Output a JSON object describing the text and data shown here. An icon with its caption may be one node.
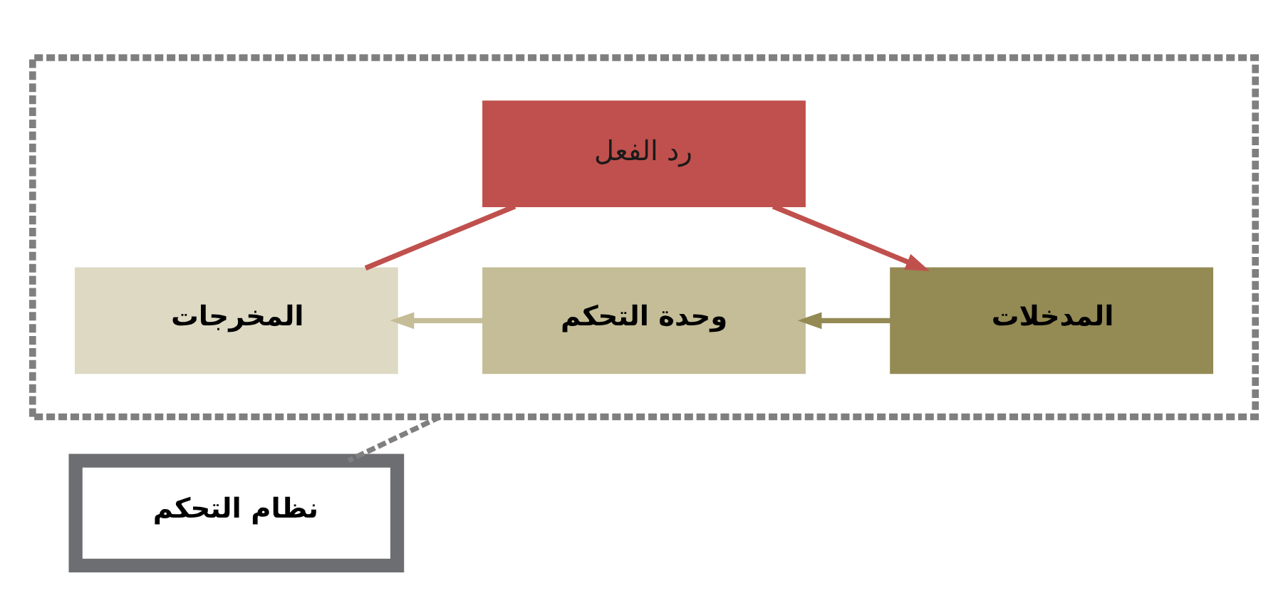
{
  "diagram": {
    "nodes": [
      {
        "text": [],
        "shape": "box"
      },
      {
        "text": [
          "رد الفعل"
        ],
        "in": 0
      },
      {
        "text": [
          "المدخلات"
        ],
        "in": 0
      },
      {
        "text": [
          "وحدة التحكم"
        ],
        "in": 0
      },
      {
        "text": [
          "المخرجات"
        ],
        "in": 0
      },
      {
        "text": [
          "نظام التحكم"
        ]
      }
    ],
    "edges": [
      {
        "from": 4,
        "to": 1,
        "arrow": "none",
        "color": "#c0504d"
      },
      {
        "from": 1,
        "to": 2,
        "arrow": "to",
        "color": "#c0504d"
      },
      {
        "from": 2,
        "to": 3,
        "arrow": "to",
        "color": "#948a54"
      },
      {
        "from": 3,
        "to": 4,
        "arrow": "to",
        "color": "#c4bd97"
      },
      {
        "from": 0,
        "to": 5,
        "arrow": "none",
        "style": "dashed",
        "color": "#7f7f7f"
      }
    ]
  }
}
